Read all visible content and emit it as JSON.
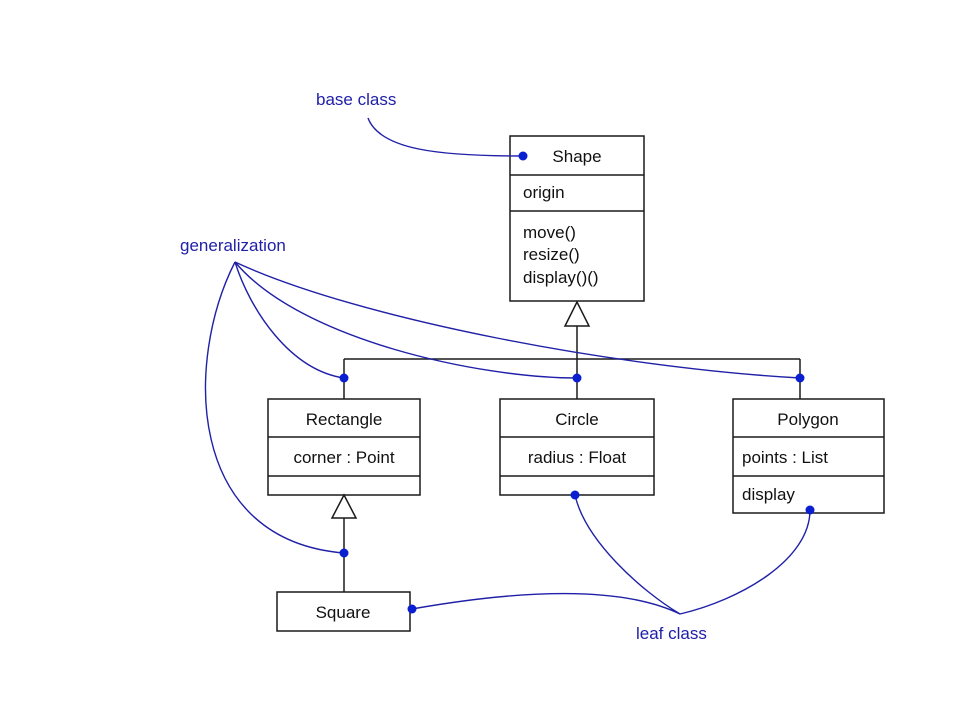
{
  "colors": {
    "annotation": "#2020a8",
    "dot": "#0a1fd0",
    "uml": "#1a1a1a"
  },
  "annotations": {
    "base_class": "base class",
    "generalization": "generalization",
    "leaf_class": "leaf class"
  },
  "classes": {
    "shape": {
      "name": "Shape",
      "attributes": [
        "origin"
      ],
      "operations": [
        "move()",
        "resize()",
        "display()()"
      ]
    },
    "rectangle": {
      "name": "Rectangle",
      "attributes": [
        "corner : Point"
      ],
      "operations": []
    },
    "circle": {
      "name": "Circle",
      "attributes": [
        "radius : Float"
      ],
      "operations": []
    },
    "polygon": {
      "name": "Polygon",
      "attributes": [
        "points : List"
      ],
      "operations": [
        "display"
      ]
    },
    "square": {
      "name": "Square"
    }
  }
}
